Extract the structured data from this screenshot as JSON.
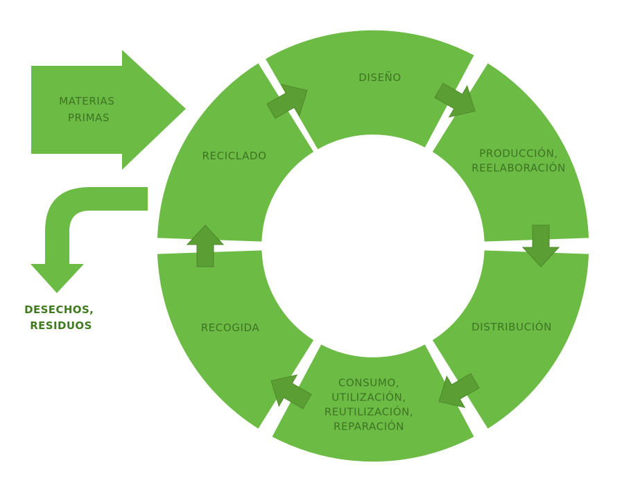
{
  "diagram": {
    "colors": {
      "segment": "#6cbb45",
      "arrow": "#5b9e33",
      "text": "#3d7422",
      "output_text": "#3f7a1f"
    },
    "input_label": [
      "MATERIAS",
      "PRIMAS"
    ],
    "output_label": [
      "DESECHOS,",
      "RESIDUOS"
    ],
    "stages": [
      {
        "key": "diseno",
        "lines": [
          "DISEÑO"
        ]
      },
      {
        "key": "produccion",
        "lines": [
          "PRODUCCIÓN,",
          "REELABORACIÓN"
        ]
      },
      {
        "key": "distribucion",
        "lines": [
          "DISTRIBUCIÓN"
        ]
      },
      {
        "key": "consumo",
        "lines": [
          "CONSUMO,",
          "UTILIZACIÓN,",
          "REUTILIZACIÓN,",
          "REPARACIÓN"
        ]
      },
      {
        "key": "recogida",
        "lines": [
          "RECOGIDA"
        ]
      },
      {
        "key": "reciclado",
        "lines": [
          "RECICLADO"
        ]
      }
    ]
  }
}
